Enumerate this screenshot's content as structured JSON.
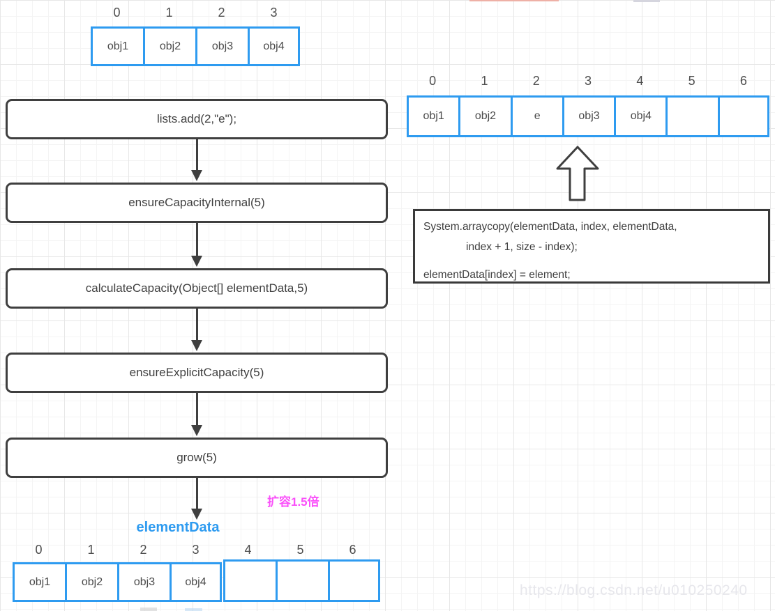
{
  "colors": {
    "array_border": "#2e9bf0",
    "flow_border": "#3f3f3f",
    "expand_note_color": "#fa50fa",
    "array_label_color": "#2e9bf0"
  },
  "diagram": {
    "top_left_array": {
      "indices": [
        "0",
        "1",
        "2",
        "3"
      ],
      "cells": [
        "obj1",
        "obj2",
        "obj3",
        "obj4"
      ]
    },
    "top_right_array": {
      "indices": [
        "0",
        "1",
        "2",
        "3",
        "4",
        "5",
        "6"
      ],
      "cells": [
        "obj1",
        "obj2",
        "e",
        "obj3",
        "obj4",
        "",
        ""
      ]
    },
    "flow_steps": {
      "step1": "lists.add(2,\"e\");",
      "step2": "ensureCapacityInternal(5)",
      "step3": "calculateCapacity(Object[] elementData,5)",
      "step4": "ensureExplicitCapacity(5)",
      "step5": "grow(5)"
    },
    "expand_note": "扩容1.5倍",
    "array_label": "elementData",
    "bottom_array": {
      "indices": [
        "0",
        "1",
        "2",
        "3",
        "4",
        "5",
        "6"
      ],
      "old_cells": [
        "obj1",
        "obj2",
        "obj3",
        "obj4"
      ],
      "new_cells": [
        "",
        "",
        ""
      ]
    },
    "code_box": {
      "line1": "System.arraycopy(elementData, index, elementData,",
      "line2": "index + 1, size - index);",
      "line3": "elementData[index] = element;"
    },
    "watermark": "https://blog.csdn.net/u010250240"
  }
}
